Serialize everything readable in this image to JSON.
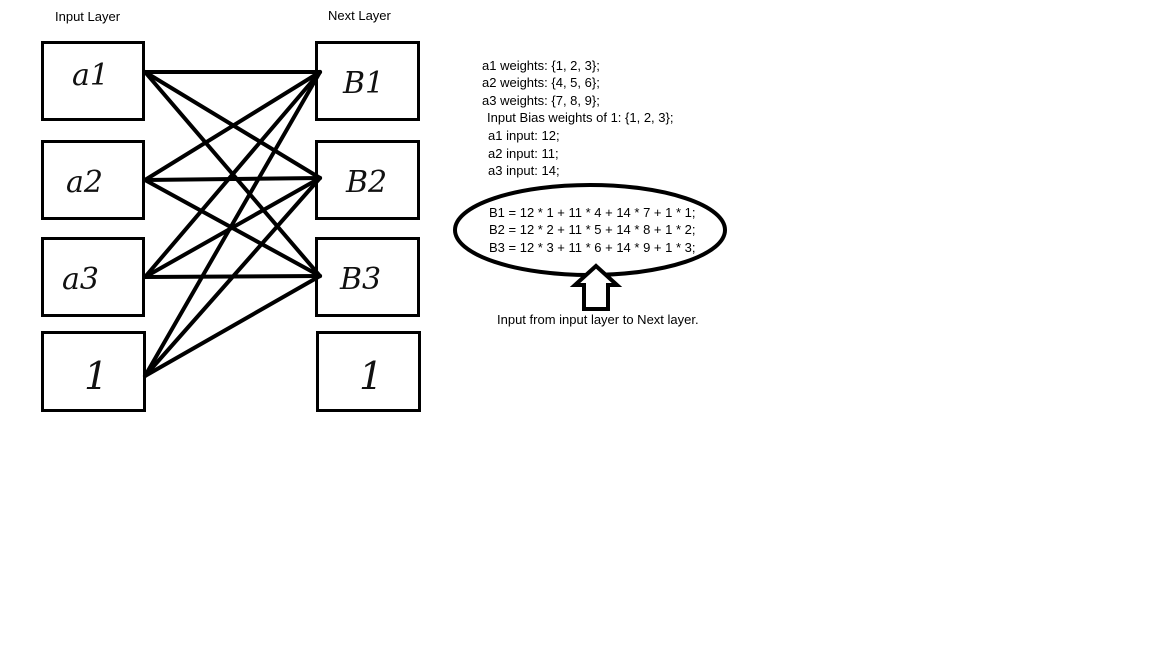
{
  "layers": {
    "input_title": "Input Layer",
    "next_title": "Next Layer"
  },
  "input_nodes": [
    "a1",
    "a2",
    "a3",
    "1"
  ],
  "next_nodes": [
    "B1",
    "B2",
    "B3",
    "1"
  ],
  "notes": {
    "w1": "a1 weights: {1, 2, 3};",
    "w2": "a2 weights: {4, 5, 6};",
    "w3": "a3 weights: {7, 8, 9};",
    "bias": "Input Bias weights of 1: {1, 2, 3};",
    "in1": "a1 input: 12;",
    "in2": "a2 input: 11;",
    "in3": "a3 input: 14;"
  },
  "equations": {
    "b1": "B1 = 12 * 1 + 11 * 4 + 14 * 7 + 1 * 1;",
    "b2": "B2 = 12 * 2 + 11 * 5 + 14 * 8 + 1 * 2;",
    "b3": "B3 = 12 * 3 + 11 * 6 + 14 * 9 + 1 * 3;"
  },
  "caption": "Input from input layer to Next layer."
}
